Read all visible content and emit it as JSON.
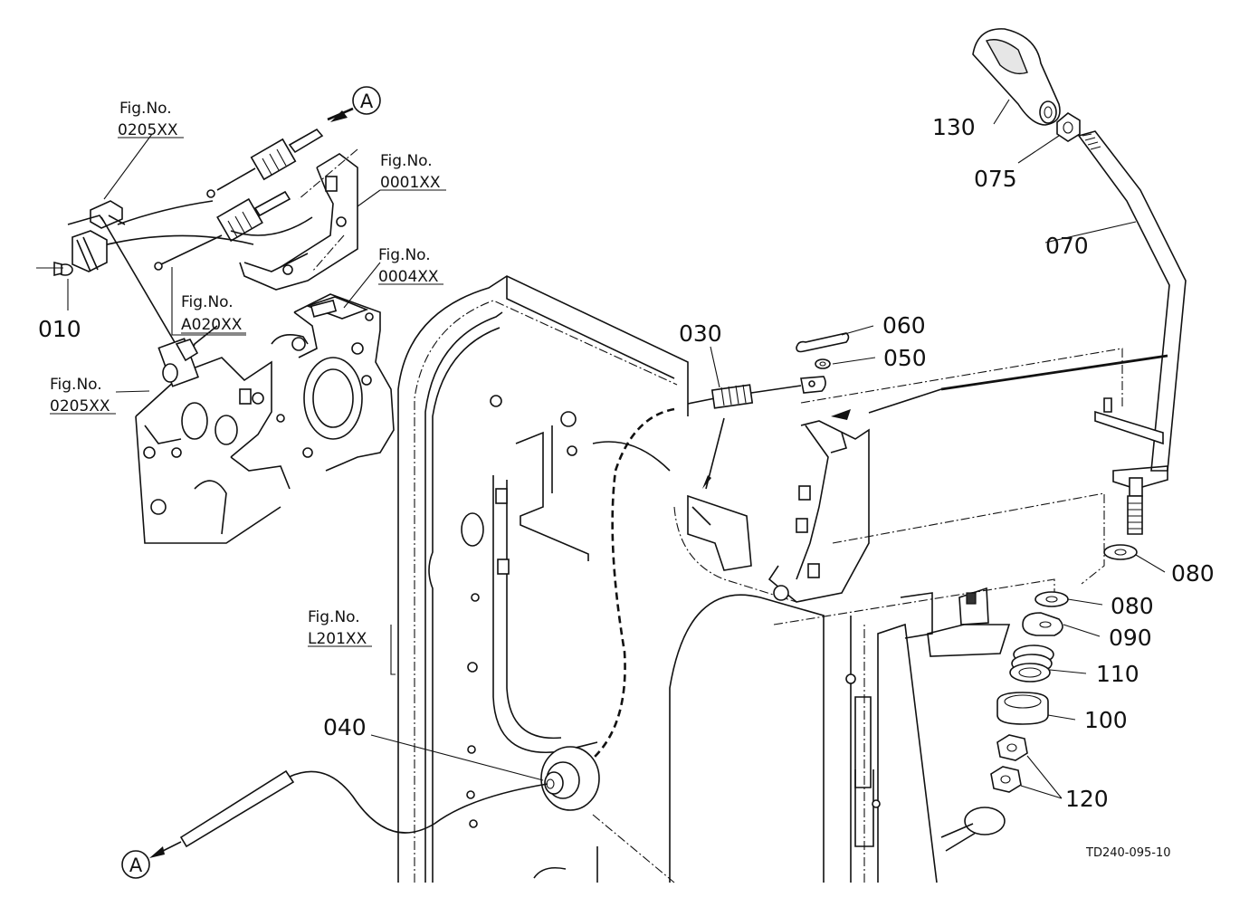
{
  "diagram": {
    "drawing_code": "TD240-095-10",
    "connector": "A",
    "part_numbers": [
      "010",
      "030",
      "040",
      "050",
      "060",
      "070",
      "075",
      "080",
      "080",
      "090",
      "100",
      "110",
      "120",
      "130"
    ],
    "figure_refs": [
      {
        "label": "Fig.No.",
        "code": "0205XX"
      },
      {
        "label": "Fig.No.",
        "code": "0001XX"
      },
      {
        "label": "Fig.No.",
        "code": "0004XX"
      },
      {
        "label": "Fig.No.",
        "code": "A020XX"
      },
      {
        "label": "Fig.No.",
        "code": "0205XX"
      },
      {
        "label": "Fig.No.",
        "code": "L201XX"
      }
    ]
  }
}
